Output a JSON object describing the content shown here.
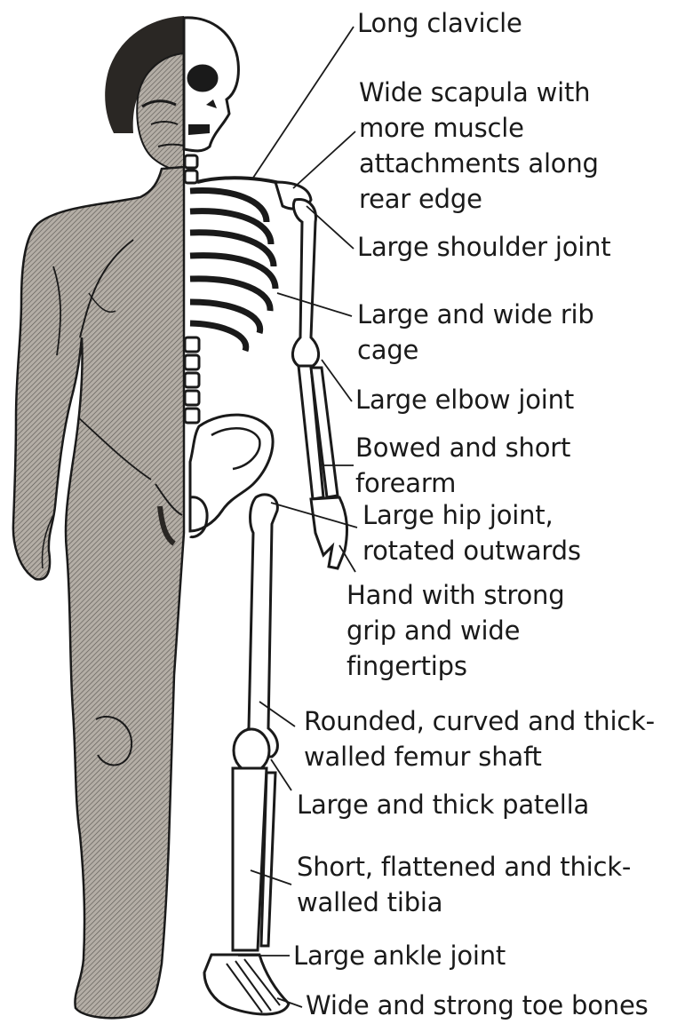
{
  "colors": {
    "background": "#ffffff",
    "ink": "#1a1a1a",
    "skin_shading": "#a7a199"
  },
  "figure": {
    "left_half": "hatched-body-silhouette",
    "right_half": "skeleton-outline"
  },
  "labels": [
    {
      "id": "long-clavicle",
      "text": "Long clavicle"
    },
    {
      "id": "wide-scapula",
      "text": "Wide scapula with\nmore muscle\nattachments along\nrear edge"
    },
    {
      "id": "large-shoulder-joint",
      "text": "Large shoulder joint"
    },
    {
      "id": "rib-cage",
      "text": "Large and wide rib\ncage"
    },
    {
      "id": "large-elbow-joint",
      "text": "Large elbow joint"
    },
    {
      "id": "forearm",
      "text": "Bowed and short\nforearm"
    },
    {
      "id": "hip-joint",
      "text": "Large hip joint,\nrotated outwards"
    },
    {
      "id": "hand",
      "text": "Hand with strong\ngrip and wide\nfingertips"
    },
    {
      "id": "femur",
      "text": "Rounded, curved and thick-\nwalled femur shaft"
    },
    {
      "id": "patella",
      "text": "Large and thick patella"
    },
    {
      "id": "tibia",
      "text": "Short, flattened and thick-\nwalled tibia"
    },
    {
      "id": "ankle",
      "text": "Large ankle joint"
    },
    {
      "id": "toe-bones",
      "text": "Wide and strong toe bones"
    }
  ]
}
